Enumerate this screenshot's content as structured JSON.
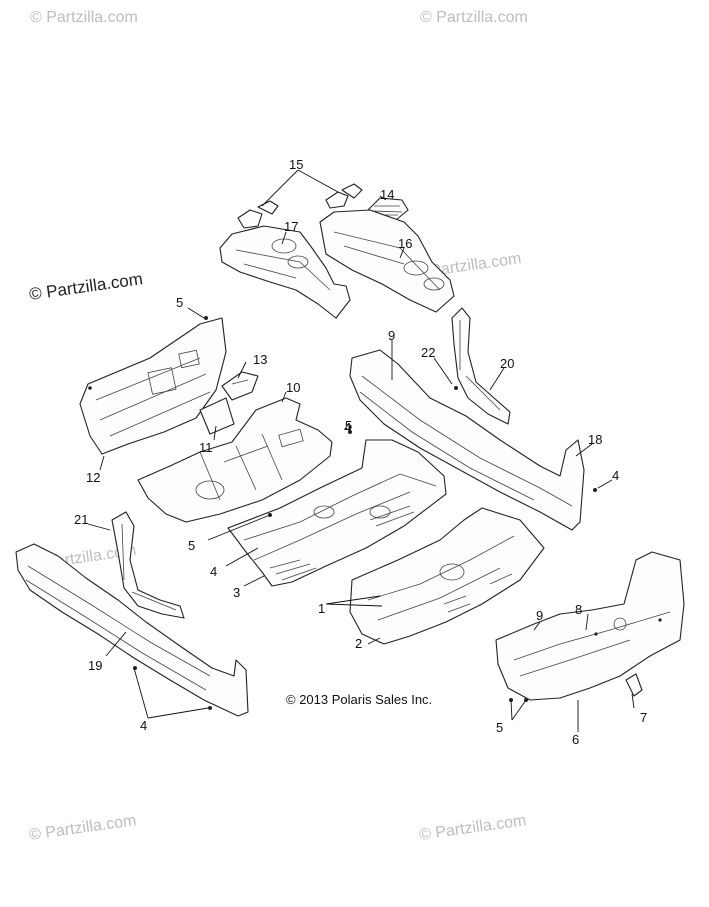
{
  "watermark": "© Partzilla.com",
  "copyright": "© 2013 Polaris Sales Inc.",
  "callouts": [
    "1",
    "2",
    "3",
    "4",
    "4",
    "4",
    "4",
    "5",
    "5",
    "5",
    "5",
    "5",
    "6",
    "7",
    "8",
    "9",
    "9",
    "10",
    "11",
    "12",
    "13",
    "14",
    "15",
    "16",
    "17",
    "18",
    "19",
    "20",
    "21",
    "22"
  ],
  "colors": {
    "line": "#222222",
    "watermark": "#bdbdbd",
    "background": "#ffffff"
  }
}
